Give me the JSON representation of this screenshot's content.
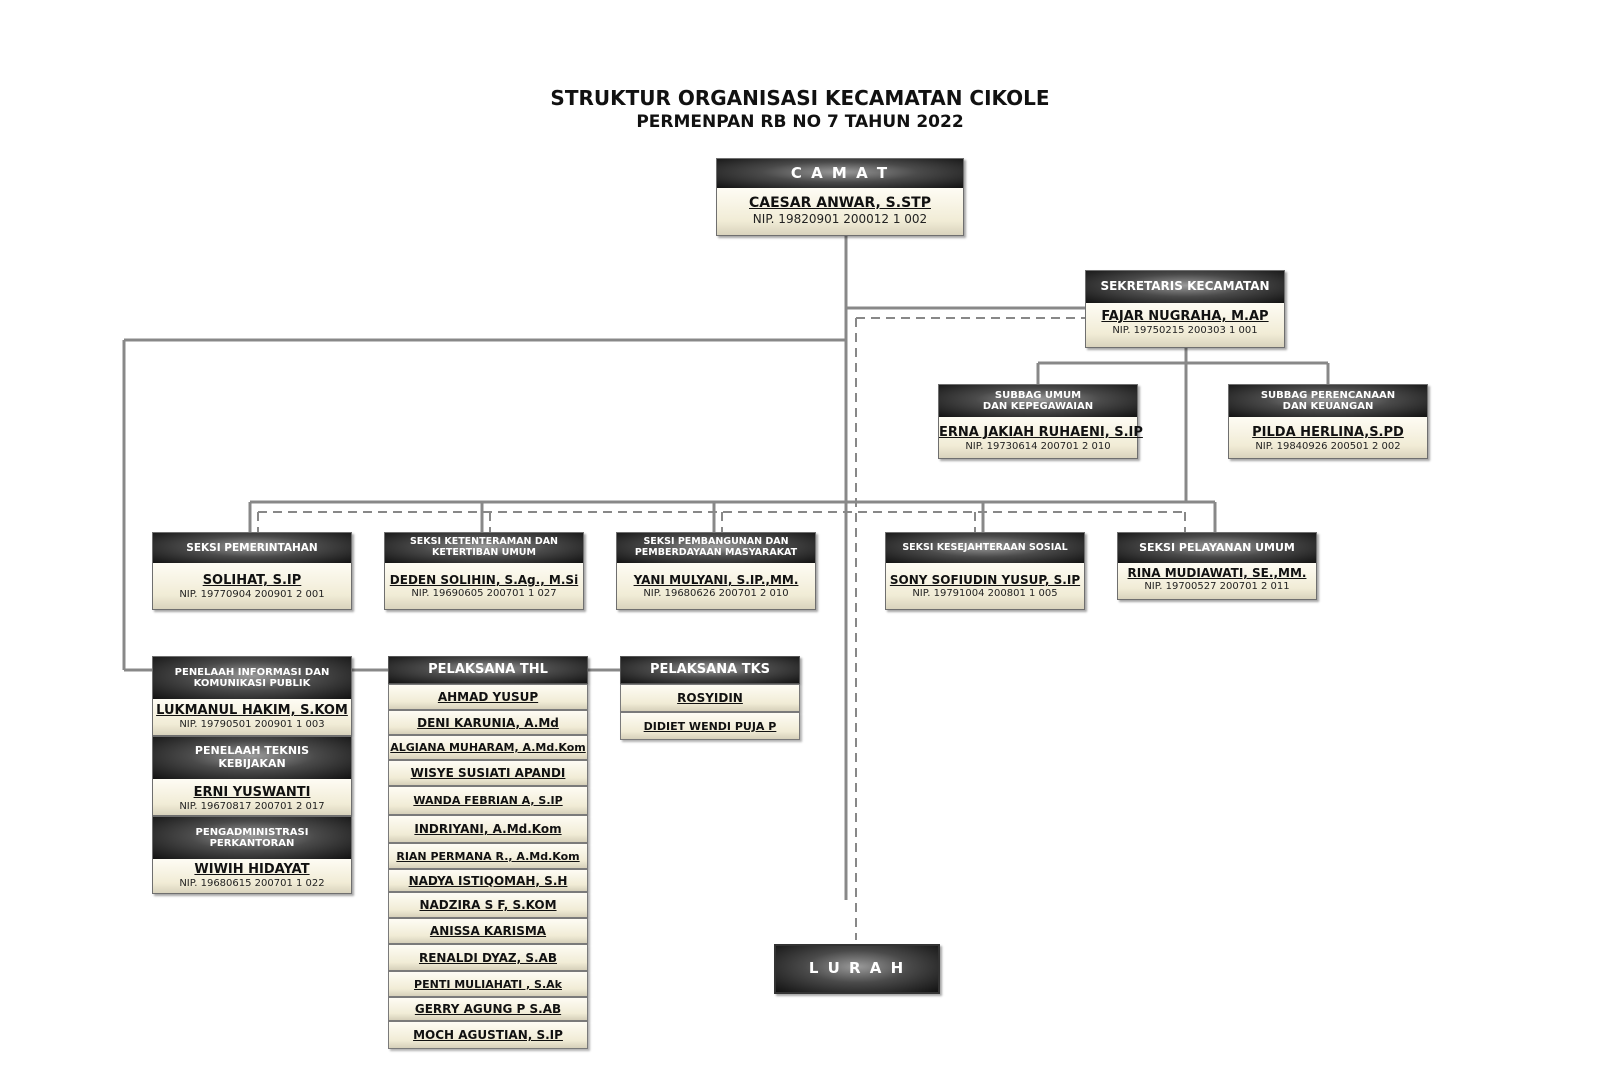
{
  "title": {
    "main": "STRUKTUR ORGANISASI KECAMATAN CIKOLE",
    "sub": "PERMENPAN RB NO 7 TAHUN 2022"
  },
  "camat": {
    "position": "C A M A T",
    "name": "CAESAR ANWAR, S.STP",
    "nip": "NIP. 19820901 200012 1 002"
  },
  "sekretaris": {
    "position": "SEKRETARIS KECAMATAN",
    "name": "FAJAR NUGRAHA, M.AP",
    "nip": "NIP. 19750215 200303 1 001"
  },
  "subbag_umum": {
    "position_l1": "SUBBAG UMUM",
    "position_l2": "DAN KEPEGAWAIAN",
    "name": "ERNA JAKIAH RUHAENI, S.IP",
    "nip": "NIP. 19730614 200701 2 010"
  },
  "subbag_perencanaan": {
    "position_l1": "SUBBAG PERENCANAAN",
    "position_l2": "DAN KEUANGAN",
    "name": "PILDA HERLINA,S.PD",
    "nip": "NIP. 19840926 200501 2 002"
  },
  "seksi": [
    {
      "position_l1": "SEKSI PEMERINTAHAN",
      "position_l2": "",
      "name": "SOLIHAT, S.IP",
      "nip": "NIP. 19770904 200901 2 001"
    },
    {
      "position_l1": "SEKSI KETENTERAMAN DAN",
      "position_l2": "KETERTIBAN UMUM",
      "name": "DEDEN SOLIHIN, S.Ag., M.Si",
      "nip": "NIP. 19690605 200701 1 027"
    },
    {
      "position_l1": "SEKSI PEMBANGUNAN DAN",
      "position_l2": "PEMBERDAYAAN MASYARAKAT",
      "name": "YANI MULYANI, S.IP.,MM.",
      "nip": "NIP. 19680626 200701 2 010"
    },
    {
      "position_l1": "SEKSI KESEJAHTERAAN SOSIAL",
      "position_l2": "",
      "name": "SONY SOFIUDIN YUSUP, S.IP",
      "nip": "NIP. 19791004 200801 1 005"
    },
    {
      "position_l1": "SEKSI PELAYANAN UMUM",
      "position_l2": "",
      "name": "RINA MUDIAWATI, SE.,MM.",
      "nip": "NIP. 19700527 200701 2 011"
    }
  ],
  "penelaah_info": {
    "position_l1": "PENELAAH INFORMASI DAN",
    "position_l2": "KOMUNIKASI PUBLIK",
    "name": "LUKMANUL HAKIM, S.KOM",
    "nip": "NIP. 19790501 200901 1 003"
  },
  "penelaah_teknis": {
    "position_l1": "PENELAAH TEKNIS",
    "position_l2": "KEBIJAKAN",
    "name": "ERNI YUSWANTI",
    "nip": "NIP. 19670817 200701 2 017"
  },
  "pengadministrasi": {
    "position_l1": "PENGADMINISTRASI",
    "position_l2": "PERKANTORAN",
    "name": "WIWIH HIDAYAT",
    "nip": "NIP. 19680615 200701 1 022"
  },
  "thl": {
    "title": "PELAKSANA THL",
    "members": [
      "AHMAD YUSUP",
      "DENI KARUNIA, A.Md",
      "ALGIANA MUHARAM, A.Md.Kom",
      "WISYE SUSIATI APANDI",
      "WANDA FEBRIAN A, S.IP",
      "INDRIYANI, A.Md.Kom",
      "RIAN PERMANA R., A.Md.Kom",
      "NADYA ISTIQOMAH, S.H",
      "NADZIRA S F, S.KOM",
      "ANISSA KARISMA",
      "RENALDI DYAZ, S.AB",
      " PENTI MULIAHATI , S.Ak",
      "GERRY AGUNG P S.AB",
      "MOCH AGUSTIAN, S.IP"
    ]
  },
  "tks": {
    "title": "PELAKSANA TKS",
    "members": [
      "ROSYIDIN",
      "DIDIET WENDI PUJA P"
    ]
  },
  "lurah": {
    "position": "L U R A H"
  }
}
